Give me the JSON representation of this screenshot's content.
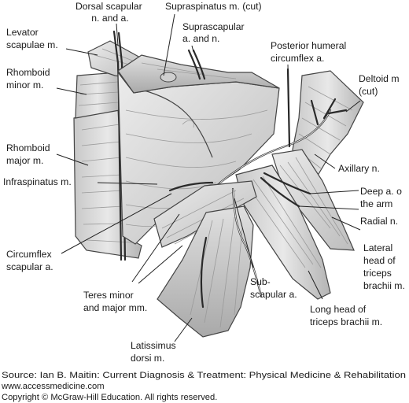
{
  "labels": {
    "dorsal_scapular": [
      "Dorsal scapular",
      "n. and a."
    ],
    "supraspinatus": "Supraspinatus m. (cut)",
    "levator": [
      "Levator",
      "scapulae m."
    ],
    "suprascapular": [
      "Suprascapular",
      "a. and n."
    ],
    "posterior_humeral": [
      "Posterior humeral",
      "circumflex a."
    ],
    "rhomboid_minor": [
      "Rhomboid",
      "minor m."
    ],
    "deltoid": [
      "Deltoid m",
      "(cut)"
    ],
    "rhomboid_major": [
      "Rhomboid",
      "major m."
    ],
    "axillary": "Axillary n.",
    "infraspinatus": "Infraspinatus m.",
    "deep_a": [
      "Deep a. o",
      "the arm"
    ],
    "radial": "Radial n.",
    "circumflex_scapular": [
      "Circumflex",
      "scapular a."
    ],
    "lateral_head": [
      "Lateral",
      "head of",
      "triceps",
      "brachii m."
    ],
    "teres": [
      "Teres minor",
      "and major mm."
    ],
    "subscapular": [
      "Sub-",
      "scapular a."
    ],
    "long_head": [
      "Long head of",
      "triceps brachii m."
    ],
    "latissimus": [
      "Latissimus",
      "dorsi m."
    ]
  },
  "source": {
    "line1": "Source: Ian B. Maitin: Current Diagnosis & Treatment: Physical Medicine & Rehabilitation",
    "line2": "www.accessmedicine.com",
    "line3": "Copyright © McGraw-Hill Education. All rights reserved."
  },
  "colors": {
    "muscle": "#d4d4d4",
    "muscle_light": "#e6e6e6",
    "muscle_dark": "#b8b8b8",
    "vessel": "#2a2a2a"
  }
}
